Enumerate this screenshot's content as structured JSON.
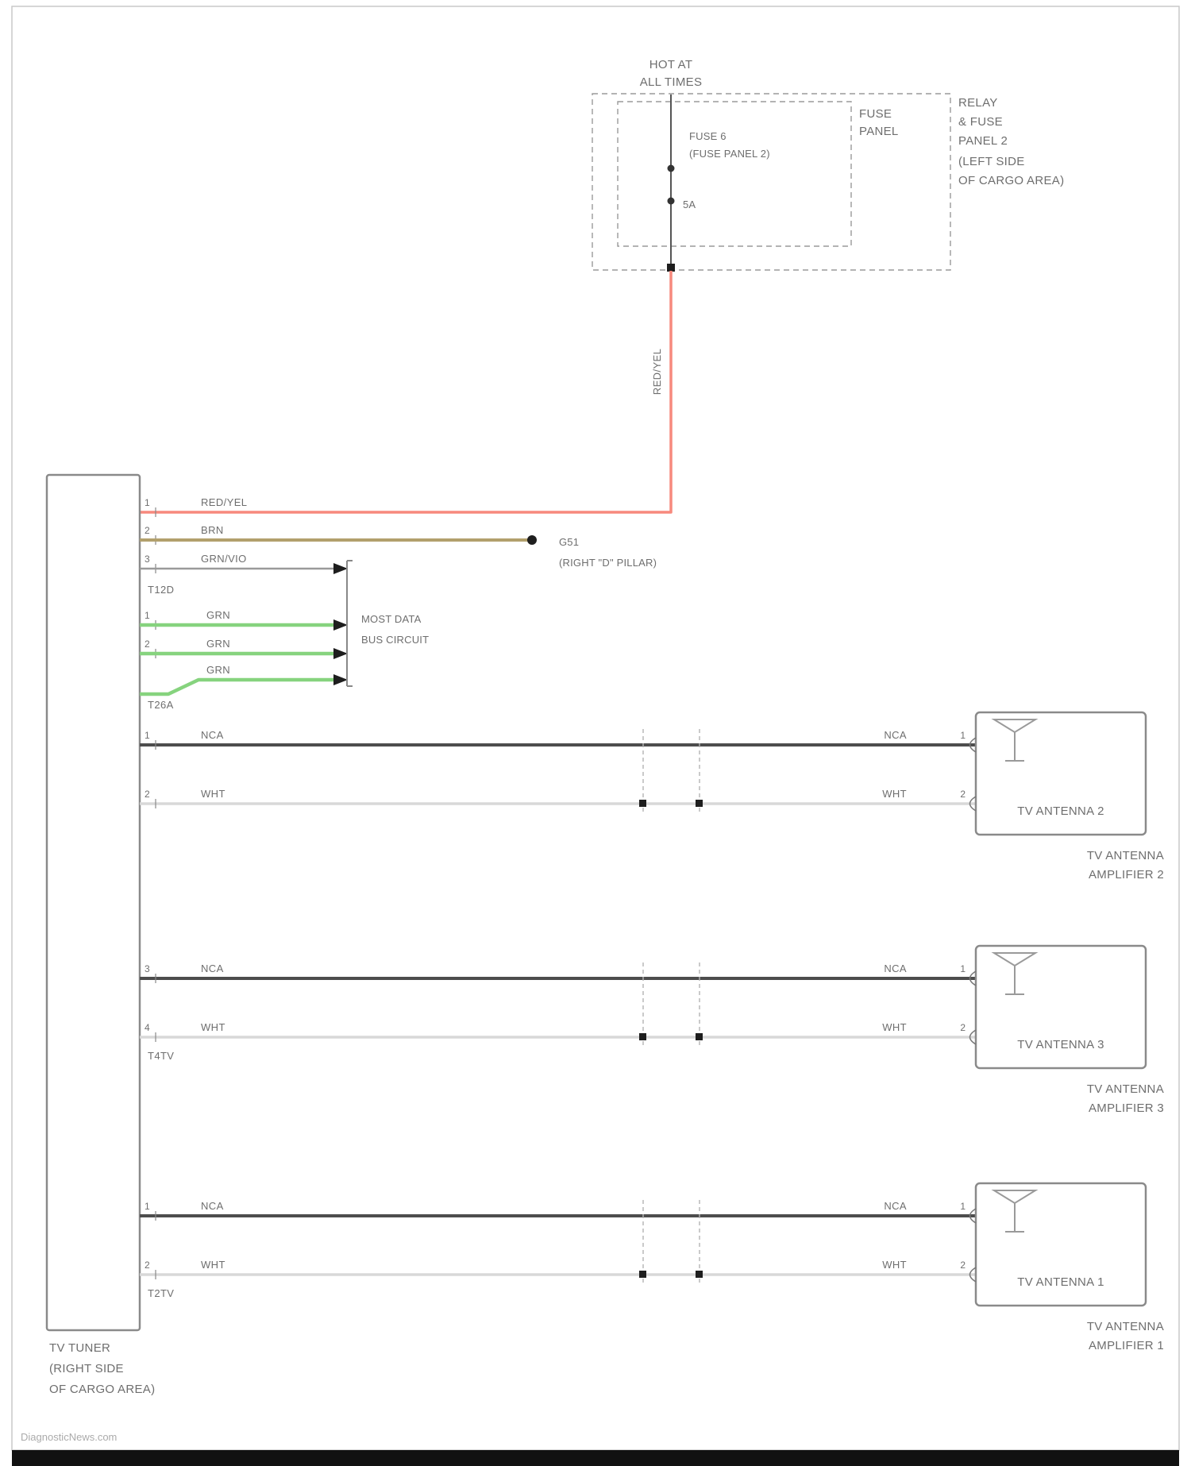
{
  "watermark": "DiagnosticNews.com",
  "power": {
    "hot_line1": "HOT AT",
    "hot_line2": "ALL TIMES",
    "fuse_panel_line1": "FUSE",
    "fuse_panel_line2": "PANEL",
    "fuse_name": "FUSE 6",
    "fuse_name2": "(FUSE PANEL 2)",
    "fuse_rating": "5A",
    "relay_line1": "RELAY",
    "relay_line2": "& FUSE",
    "relay_line3": "PANEL 2",
    "relay_line4": "(LEFT SIDE",
    "relay_line5": "OF CARGO AREA)",
    "feed_wire_color": "RED/YEL"
  },
  "tuner": {
    "name_line1": "TV TUNER",
    "name_line2": "(RIGHT SIDE",
    "name_line3": "OF CARGO AREA)",
    "power_pin": "1",
    "power_wire": "RED/YEL",
    "ground_pin": "2",
    "ground_wire": "BRN",
    "most_pin1": "3",
    "most_wire1": "GRN/VIO",
    "most_conn1": "T12D",
    "most_pin2": "1",
    "most_wire2": "GRN",
    "most_pin3": "2",
    "most_wire3": "GRN",
    "most_wire4": "GRN",
    "most_conn4": "T26A"
  },
  "ground": {
    "id": "G51",
    "location": "(RIGHT \"D\" PILLAR)"
  },
  "most_bus": {
    "line1": "MOST DATA",
    "line2": "BUS CIRCUIT"
  },
  "antennas": [
    {
      "left_pin_nca": "1",
      "left_wire_nca": "NCA",
      "left_pin_wht": "2",
      "left_wire_wht": "WHT",
      "connector": "",
      "right_wire_nca": "NCA",
      "right_pin_nca": "1",
      "right_wire_wht": "WHT",
      "right_pin_wht": "2",
      "box_label": "TV ANTENNA 2",
      "amp_line1": "TV ANTENNA",
      "amp_line2": "AMPLIFIER 2"
    },
    {
      "left_pin_nca": "3",
      "left_wire_nca": "NCA",
      "left_pin_wht": "4",
      "left_wire_wht": "WHT",
      "connector": "T4TV",
      "right_wire_nca": "NCA",
      "right_pin_nca": "1",
      "right_wire_wht": "WHT",
      "right_pin_wht": "2",
      "box_label": "TV ANTENNA 3",
      "amp_line1": "TV ANTENNA",
      "amp_line2": "AMPLIFIER 3"
    },
    {
      "left_pin_nca": "1",
      "left_wire_nca": "NCA",
      "left_pin_wht": "2",
      "left_wire_wht": "WHT",
      "connector": "T2TV",
      "right_wire_nca": "NCA",
      "right_pin_nca": "1",
      "right_wire_wht": "WHT",
      "right_pin_wht": "2",
      "box_label": "TV ANTENNA 1",
      "amp_line1": "TV ANTENNA",
      "amp_line2": "AMPLIFIER 1"
    }
  ],
  "colors": {
    "red_yel": "#f7897d",
    "brn": "#b2a06c",
    "grn": "#86d37e",
    "grn_vio": "#9a9a9a",
    "nca": "#4d4d4d",
    "wht": "#d8d8d8"
  }
}
